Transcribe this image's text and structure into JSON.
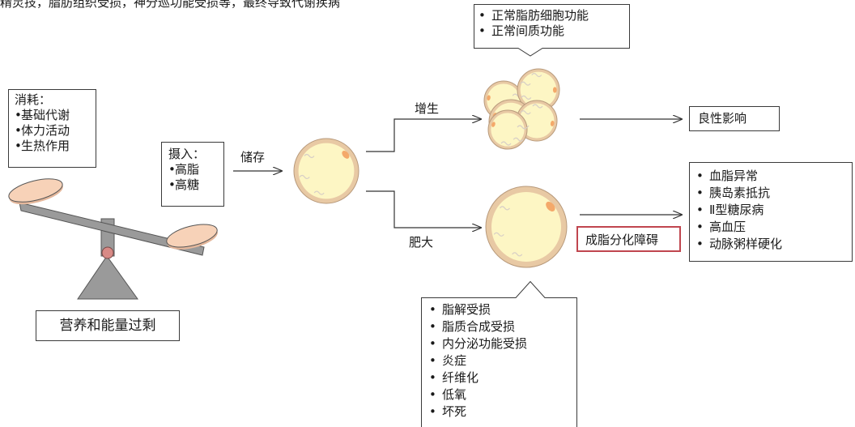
{
  "header_fragment": "精灵技，脂肪组织受损，神分巡功能受损等，最终导致代谢疾病",
  "consumption": {
    "title": "消耗：",
    "items": [
      "基础代谢",
      "体力活动",
      "生热作用"
    ]
  },
  "intake": {
    "title": "摄入：",
    "items": [
      "高脂",
      "高糖"
    ]
  },
  "balance_label": "营养和能量过剩",
  "storage_label": "储存",
  "hyperplasia_label": "增生",
  "hypertrophy_label": "肥大",
  "normal_functions": [
    "正常脂肪细胞功能",
    "正常间质功能"
  ],
  "benign_label": "良性影响",
  "differentiation_label": "成脂分化障碍",
  "diseases": [
    "血脂异常",
    "胰岛素抵抗",
    "Ⅱ型糖尿病",
    "高血压",
    "动脉粥样硬化"
  ],
  "impairments": [
    "脂解受损",
    "脂质合成受损",
    "内分泌功能受损",
    "炎症",
    "纤维化",
    "低氧",
    "坏死"
  ],
  "colors": {
    "cell_fill": "#fdf6c4",
    "cell_ring": "#e8c9a4",
    "cell_edge": "#b89a7c",
    "nucleus": "#f4a96a",
    "pan_fill": "#f7d2b8",
    "beam": "#9a9a9a",
    "pivot": "#d88a86",
    "highlight_border": "#c0464f"
  }
}
